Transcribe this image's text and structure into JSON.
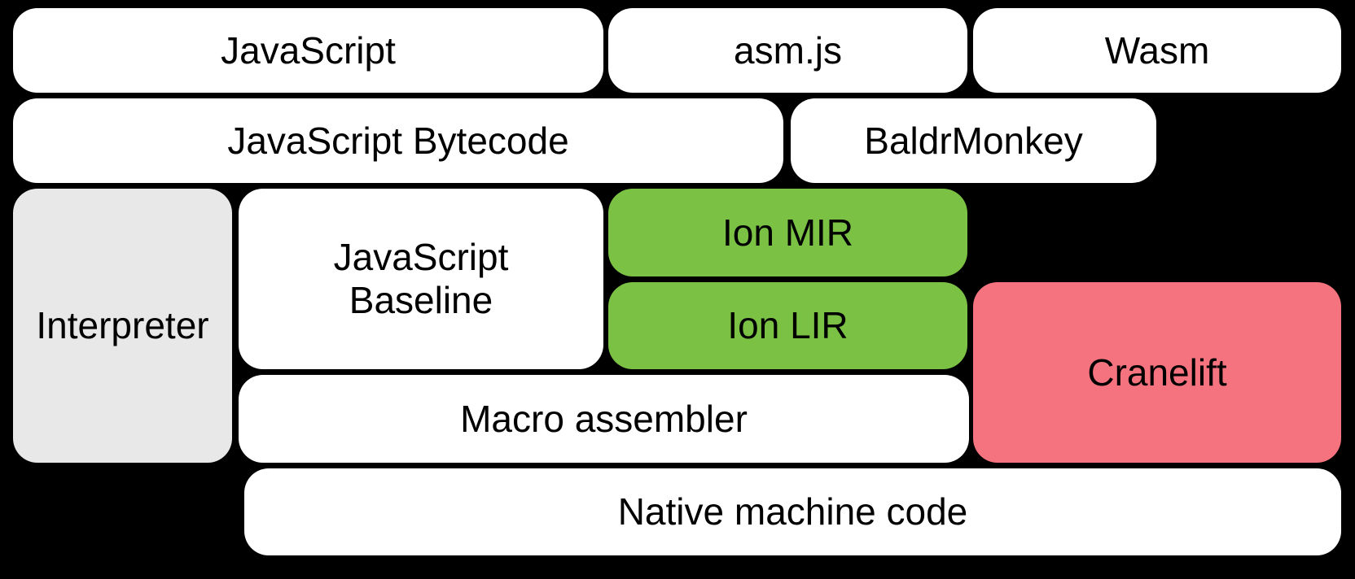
{
  "canvas": {
    "background": "#000000"
  },
  "palette": {
    "box_white": "#ffffff",
    "box_gray": "#e8e8e8",
    "box_green": "#7ac144",
    "box_pink": "#f5737f",
    "label_text": "#000000"
  },
  "boxes": {
    "javascript": {
      "label": "JavaScript",
      "color": "#ffffff"
    },
    "asmjs": {
      "label": "asm.js",
      "color": "#ffffff"
    },
    "wasm": {
      "label": "Wasm",
      "color": "#ffffff"
    },
    "bytecode": {
      "label": "JavaScript Bytecode",
      "color": "#ffffff"
    },
    "baldrmonkey": {
      "label": "BaldrMonkey",
      "color": "#ffffff"
    },
    "interpreter": {
      "label": "Interpreter",
      "color": "#e8e8e8"
    },
    "baseline": {
      "label": "JavaScript Baseline",
      "color": "#ffffff"
    },
    "ion_mir": {
      "label": "Ion MIR",
      "color": "#7ac144"
    },
    "ion_lir": {
      "label": "Ion LIR",
      "color": "#7ac144"
    },
    "cranelift": {
      "label": "Cranelift",
      "color": "#f5737f"
    },
    "macro_assembler": {
      "label": "Macro assembler",
      "color": "#ffffff"
    },
    "native_machine_code": {
      "label": "Native machine code",
      "color": "#ffffff"
    }
  }
}
